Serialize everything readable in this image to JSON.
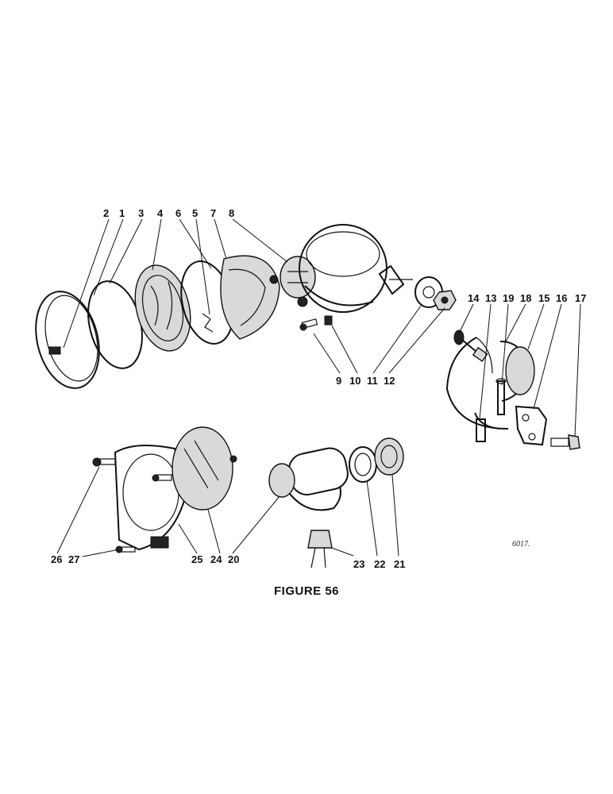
{
  "caption": "FIGURE 56",
  "drawing_number": "6017.",
  "callouts": [
    "1",
    "2",
    "3",
    "4",
    "5",
    "6",
    "7",
    "8",
    "9",
    "10",
    "11",
    "12",
    "13",
    "14",
    "15",
    "16",
    "17",
    "18",
    "19",
    "20",
    "21",
    "22",
    "23",
    "24",
    "25",
    "26",
    "27"
  ]
}
